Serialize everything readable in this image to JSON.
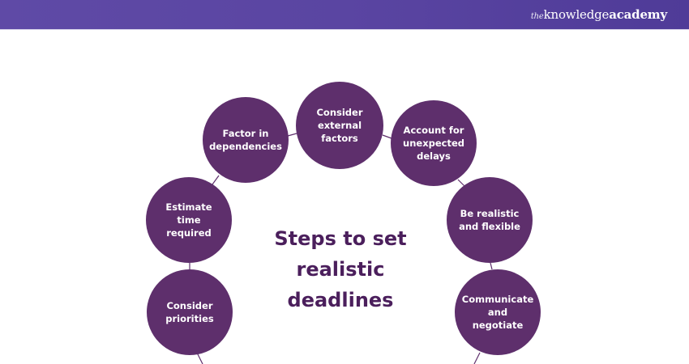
{
  "header": {
    "logo": {
      "prefix": "the",
      "word1": "knowledge",
      "word2": "academy"
    },
    "colors": {
      "background": "#5a45a2",
      "text": "#ffffff"
    }
  },
  "diagram": {
    "title": "Steps to set\nrealistic\ndeadlines",
    "colors": {
      "node_fill": "#5e2f6c",
      "node_text": "#ffffff",
      "title": "#4b1f5c",
      "connector": "#5e2f6c"
    },
    "nodes": [
      {
        "label": "Consider\npriorities"
      },
      {
        "label": "Estimate time\nrequired"
      },
      {
        "label": "Factor in\ndependencies"
      },
      {
        "label": "Consider\nexternal\nfactors"
      },
      {
        "label": "Account for\nunexpected\ndelays"
      },
      {
        "label": "Be realistic\nand flexible"
      },
      {
        "label": "Communicate\nand negotiate"
      }
    ]
  }
}
